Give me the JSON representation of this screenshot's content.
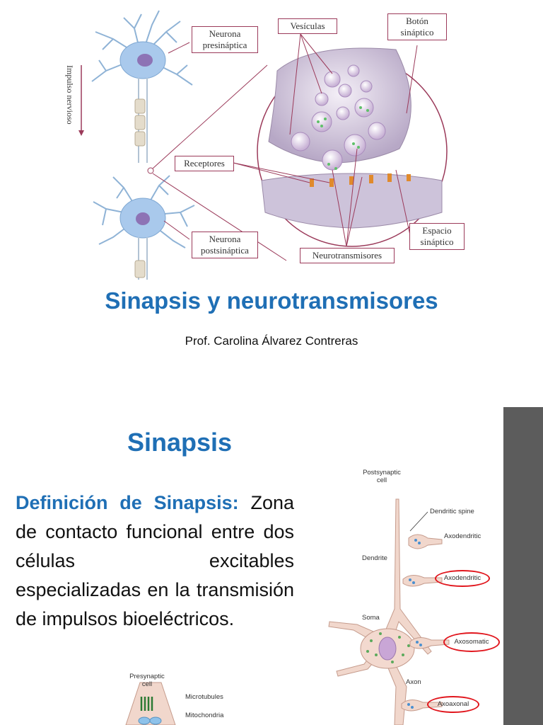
{
  "slide1": {
    "diagram": {
      "impulse_label": "Impulso nervioso",
      "labels": {
        "presynaptic_neuron": "Neurona presináptica",
        "vesicles": "Vesículas",
        "synaptic_button": "Botón sináptico",
        "receptors": "Receptores",
        "postsynaptic_neuron": "Neurona postsináptica",
        "neurotransmitters": "Neurotransmisores",
        "synaptic_space": "Espacio sináptico"
      }
    },
    "title": "Sinapsis y neurotransmisores",
    "author": "Prof. Carolina Álvarez Contreras"
  },
  "slide2": {
    "title": "Sinapsis",
    "definition_heading": "Definición de Sinapsis:",
    "definition_body": " Zona de contacto funcional entre dos células excitables especializadas en la transmisión de impulsos bioeléctricos.",
    "diagram_right": {
      "postsynaptic_cell": "Postsynaptic cell",
      "dendritic_spine": "Dendritic spine",
      "axodendritic_top": "Axodendritic",
      "dendrite": "Dendrite",
      "axodendritic_circled": "Axodendritic",
      "soma": "Soma",
      "axosomatic": "Axosomatic",
      "axon": "Axon",
      "axoaxonal": "Axoaxonal"
    },
    "diagram_bottom": {
      "presynaptic_cell": "Presynaptic cell",
      "microtubules": "Microtubules",
      "mitochondria": "Mitochondria"
    }
  }
}
